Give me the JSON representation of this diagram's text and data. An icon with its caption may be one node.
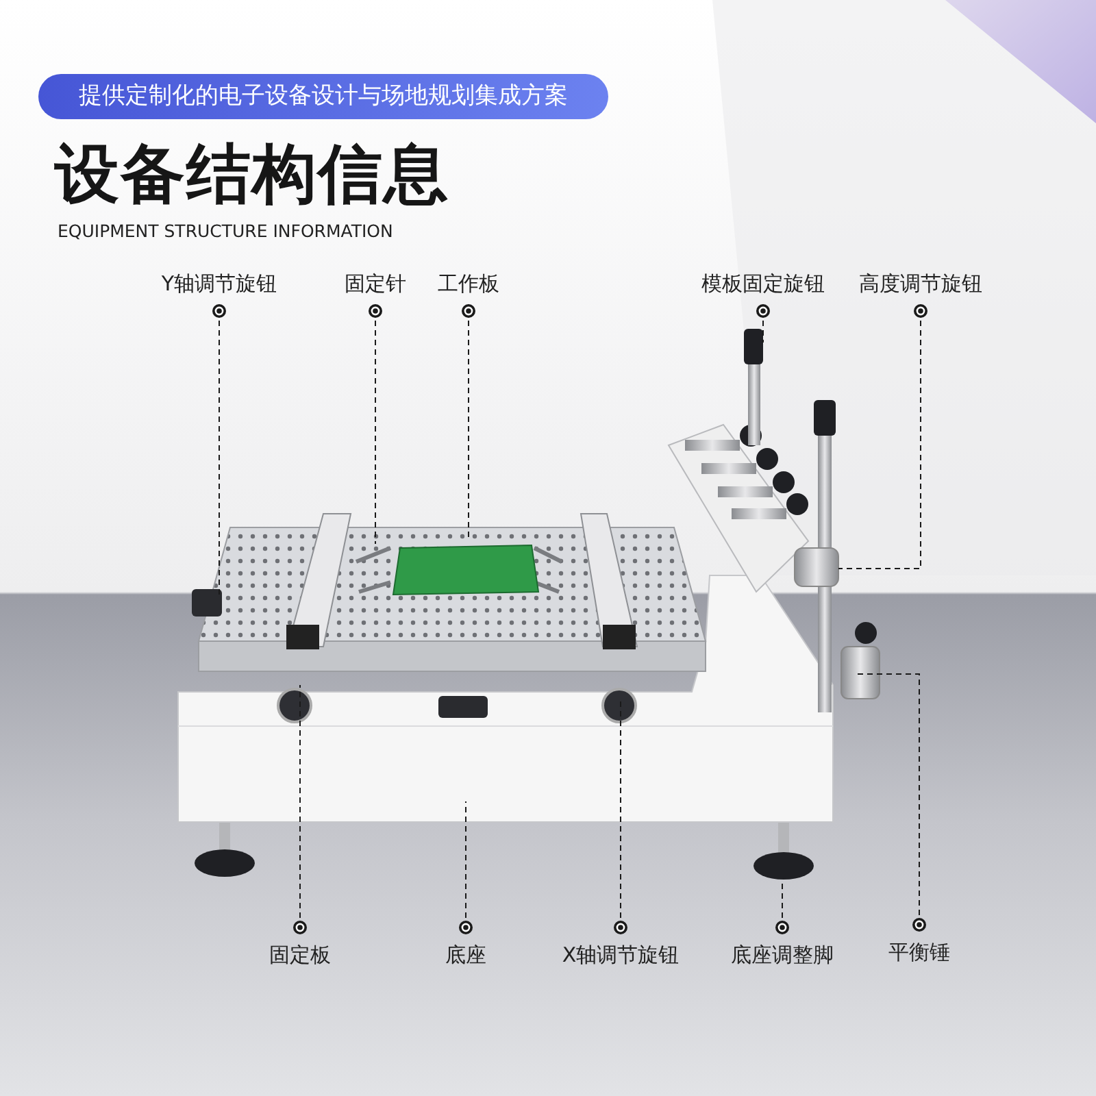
{
  "diagram": {
    "title": "设备结构信息",
    "nodes": [
      {
        "text": [
          "提供定制化的电子设备设计与场地规划集成方案"
        ]
      },
      {
        "text": [
          "Y轴调节旋钮"
        ]
      },
      {
        "text": [
          "固定针"
        ]
      },
      {
        "text": [
          "工作板"
        ]
      },
      {
        "text": [
          "模板固定旋钮"
        ]
      },
      {
        "text": [
          "高度调节旋钮"
        ]
      },
      {
        "text": [
          "固定板"
        ]
      },
      {
        "text": [
          "底座"
        ]
      },
      {
        "text": [
          "X轴调节旋钮"
        ]
      },
      {
        "text": [
          "底座调整脚"
        ]
      },
      {
        "text": [
          "平衡锤"
        ]
      }
    ],
    "edges": [
      {
        "from": 1,
        "to": null,
        "arrow": "other",
        "style": "dashed"
      },
      {
        "from": 2,
        "to": null,
        "arrow": "other",
        "style": "dashed"
      },
      {
        "from": 3,
        "to": null,
        "arrow": "other",
        "style": "dashed"
      },
      {
        "from": 4,
        "to": null,
        "arrow": "other",
        "style": "dashed"
      },
      {
        "from": 5,
        "to": null,
        "arrow": "other",
        "style": "dashed"
      },
      {
        "from": 6,
        "to": null,
        "arrow": "other",
        "style": "dashed"
      },
      {
        "from": 7,
        "to": null,
        "arrow": "other",
        "style": "dashed"
      },
      {
        "from": 8,
        "to": null,
        "arrow": "other",
        "style": "dashed"
      },
      {
        "from": 9,
        "to": null,
        "arrow": "other",
        "style": "dashed"
      },
      {
        "from": 10,
        "to": null,
        "arrow": "other",
        "style": "dashed"
      }
    ],
    "labels": [
      "EQUIPMENT STRUCTURE INFORMATION"
    ]
  }
}
